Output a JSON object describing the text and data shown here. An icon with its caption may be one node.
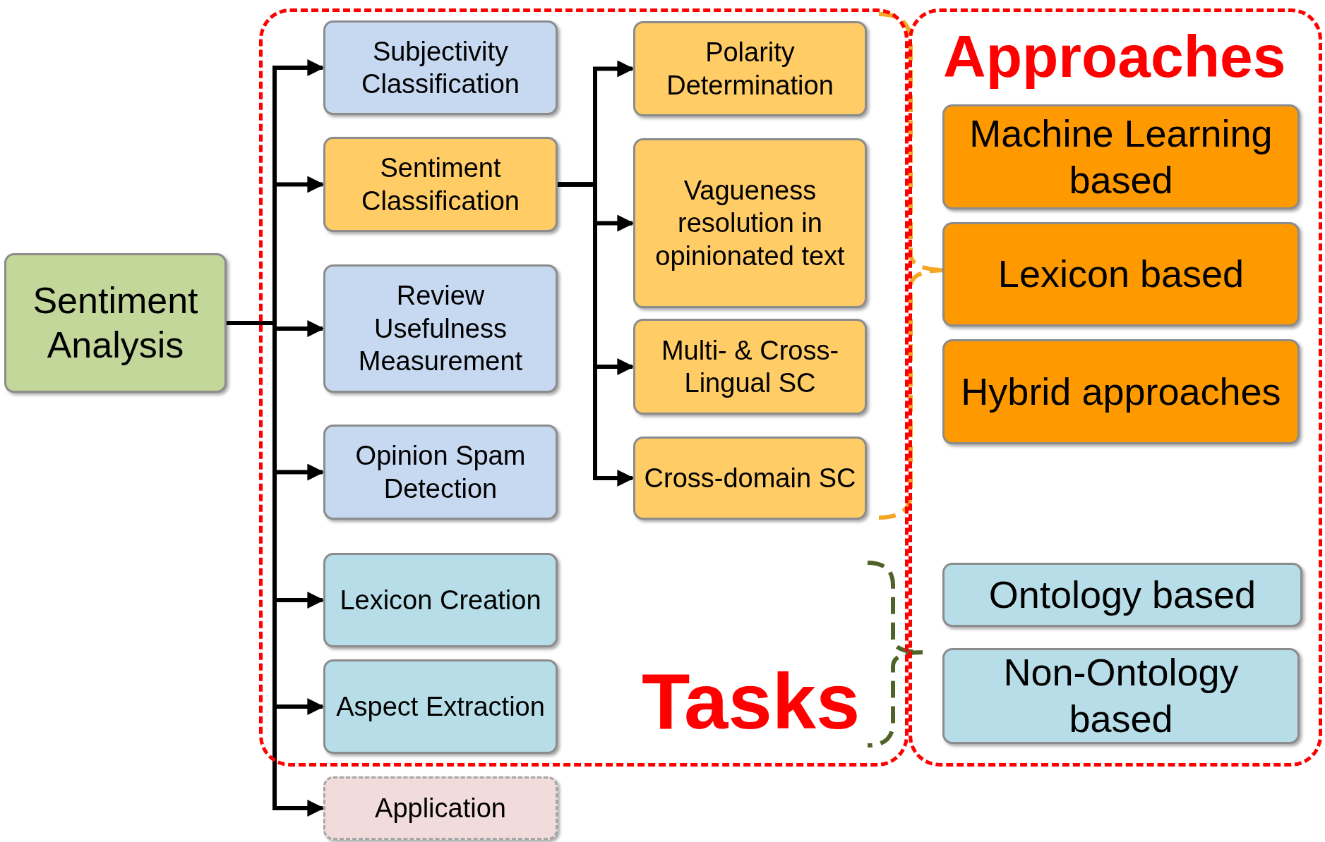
{
  "diagram": {
    "nodes": [
      {
        "text": [
          "Sentiment Analysis"
        ]
      },
      {
        "text": [
          "Tasks"
        ]
      },
      {
        "text": [
          "Subjectivity Classification"
        ],
        "in": 1
      },
      {
        "text": [
          "Sentiment Classification"
        ],
        "in": 1
      },
      {
        "text": [
          "Review Usefulness Measurement"
        ],
        "in": 1
      },
      {
        "text": [
          "Opinion Spam Detection"
        ],
        "in": 1
      },
      {
        "text": [
          "Lexicon Creation"
        ],
        "in": 1
      },
      {
        "text": [
          "Aspect Extraction"
        ],
        "in": 1
      },
      {
        "text": [
          "Polarity Determination"
        ],
        "in": 1
      },
      {
        "text": [
          "Vagueness resolution in opinionated text"
        ],
        "in": 1
      },
      {
        "text": [
          "Multi- & Cross-Lingual SC"
        ],
        "in": 1
      },
      {
        "text": [
          "Cross-domain SC"
        ],
        "in": 1
      },
      {
        "text": [
          "Application"
        ]
      },
      {
        "text": [
          "Approaches"
        ]
      },
      {
        "text": [
          "Machine Learning based"
        ],
        "in": 13
      },
      {
        "text": [
          "Lexicon based"
        ],
        "in": 13
      },
      {
        "text": [
          "Hybrid approaches"
        ],
        "in": 13
      },
      {
        "text": [
          "Ontology based"
        ],
        "in": 13
      },
      {
        "text": [
          "Non-Ontology based"
        ],
        "in": 13
      }
    ],
    "edges": [
      {
        "from": 0,
        "to": 2,
        "arrow": "to"
      },
      {
        "from": 0,
        "to": 3,
        "arrow": "to"
      },
      {
        "from": 0,
        "to": 4,
        "arrow": "to"
      },
      {
        "from": 0,
        "to": 5,
        "arrow": "to"
      },
      {
        "from": 0,
        "to": 6,
        "arrow": "to"
      },
      {
        "from": 0,
        "to": 7,
        "arrow": "to"
      },
      {
        "from": 0,
        "to": 12,
        "arrow": "to"
      },
      {
        "from": 3,
        "to": 8,
        "arrow": "to"
      },
      {
        "from": 3,
        "to": 9,
        "arrow": "to"
      },
      {
        "from": 3,
        "to": 10,
        "arrow": "to"
      },
      {
        "from": 3,
        "to": 11,
        "arrow": "to"
      }
    ]
  }
}
